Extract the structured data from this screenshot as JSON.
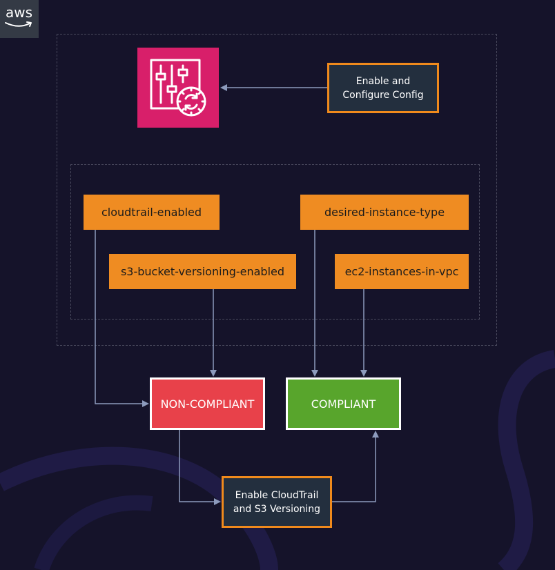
{
  "brand": {
    "logo_text": "aws"
  },
  "config": {
    "icon_name": "aws-config-icon",
    "enable_label_line1": "Enable and",
    "enable_label_line2": "Configure Config"
  },
  "rules": {
    "cloudtrail": "cloudtrail-enabled",
    "s3_versioning": "s3-bucket-versioning-enabled",
    "instance_type": "desired-instance-type",
    "ec2_vpc": "ec2-instances-in-vpc"
  },
  "status": {
    "non_compliant": "NON-COMPLIANT",
    "compliant": "COMPLIANT"
  },
  "remediation": {
    "line1": "Enable CloudTrail",
    "line2": "and S3 Versioning"
  },
  "colors": {
    "background": "#15132a",
    "config_pink": "#d81f6a",
    "rule_orange": "#ef8c22",
    "non_compliant_red": "#e8414a",
    "compliant_green": "#58a52c",
    "arrow": "#8d9bbd"
  }
}
